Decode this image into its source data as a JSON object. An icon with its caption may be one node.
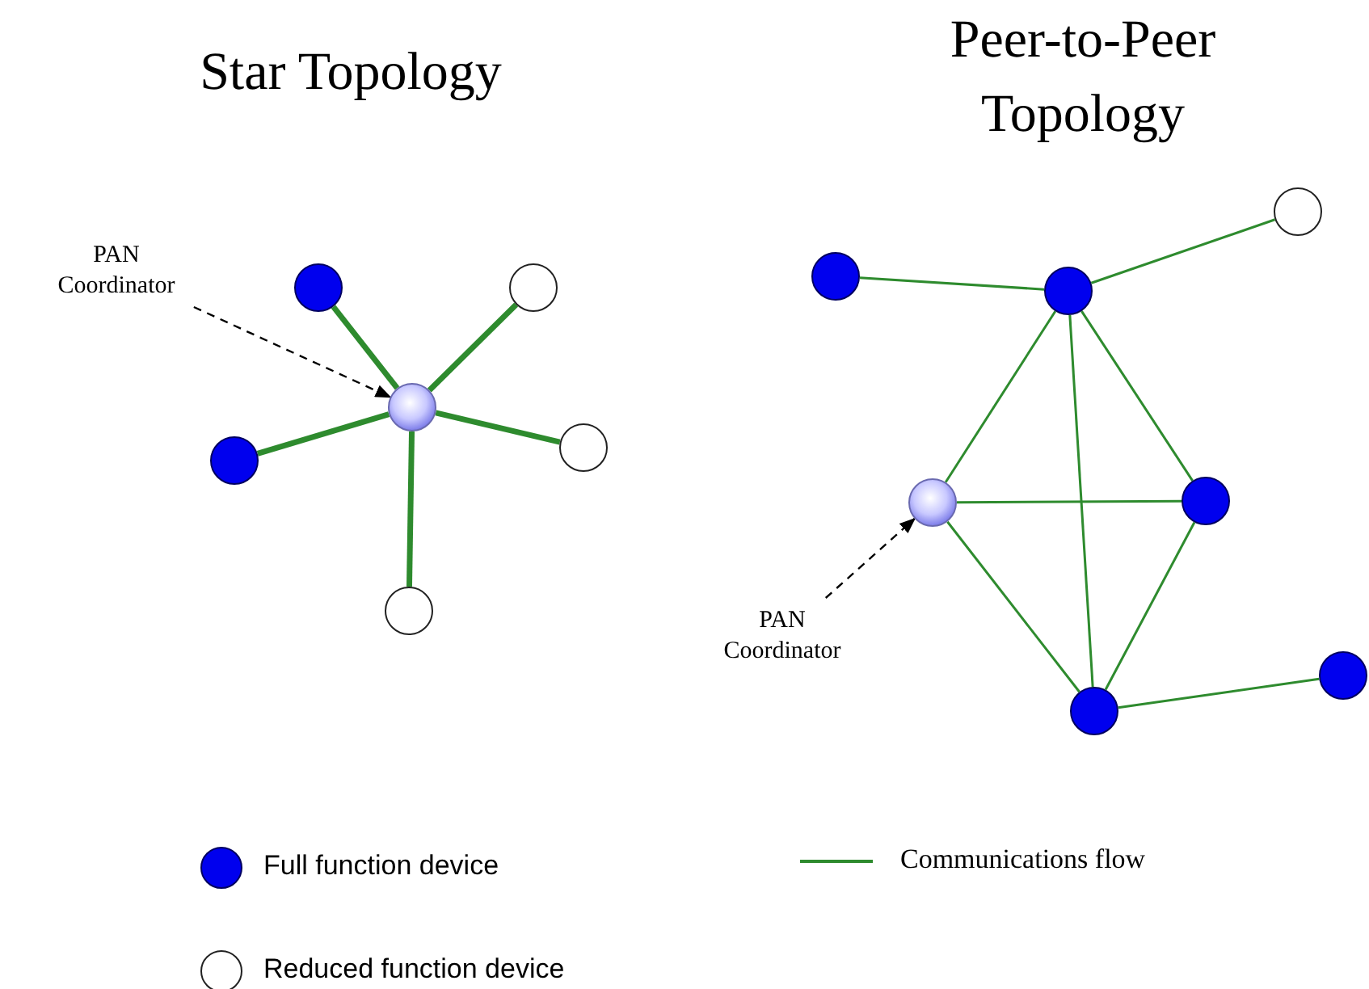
{
  "diagram": {
    "nodes": [
      {
        "text": [
          "PAN Coordinator"
        ]
      },
      {
        "text": [],
        "shape": "circle"
      },
      {
        "text": [],
        "shape": "circle"
      },
      {
        "text": [],
        "shape": "circle"
      },
      {
        "text": [],
        "shape": "circle"
      },
      {
        "text": [],
        "shape": "circle"
      },
      {
        "text": [],
        "shape": "circle"
      },
      {
        "text": [],
        "shape": "circle"
      },
      {
        "text": [],
        "shape": "circle"
      },
      {
        "text": [],
        "shape": "circle"
      },
      {
        "text": [],
        "shape": "circle"
      },
      {
        "text": [],
        "shape": "circle"
      },
      {
        "text": [
          "PAN Coordinator"
        ]
      },
      {
        "text": [],
        "shape": "circle"
      },
      {
        "text": [],
        "shape": "circle"
      }
    ],
    "edges": [
      {
        "from": 0,
        "to": 1,
        "arrow": "to",
        "style": "dashed",
        "color": "#000000"
      },
      {
        "from": 1,
        "to": 2,
        "arrow": "none",
        "style": "thick"
      },
      {
        "from": 1,
        "to": 3,
        "arrow": "none",
        "style": "thick"
      },
      {
        "from": 1,
        "to": 4,
        "arrow": "none",
        "style": "thick"
      },
      {
        "from": 1,
        "to": 5,
        "arrow": "none",
        "style": "thick"
      },
      {
        "from": 1,
        "to": 6,
        "arrow": "none",
        "style": "thick"
      },
      {
        "from": 7,
        "to": 8,
        "arrow": "none"
      },
      {
        "from": 8,
        "to": 9,
        "arrow": "none"
      },
      {
        "from": 8,
        "to": 10,
        "arrow": "none"
      },
      {
        "from": 8,
        "to": 11,
        "arrow": "none"
      },
      {
        "from": 8,
        "to": 13,
        "arrow": "none"
      },
      {
        "from": 10,
        "to": 11,
        "arrow": "none"
      },
      {
        "from": 10,
        "to": 13,
        "arrow": "none"
      },
      {
        "from": 11,
        "to": 13,
        "arrow": "none"
      },
      {
        "from": 13,
        "to": 14,
        "arrow": "none"
      },
      {
        "from": 12,
        "to": 10,
        "arrow": "to",
        "style": "dashed",
        "color": "#000000"
      }
    ],
    "labels": [
      "Star Topology",
      "Peer-to-Peer Topology"
    ],
    "legend": [
      {
        "text": "Full function device",
        "color": "#0000ee"
      },
      {
        "text": "Communications flow"
      },
      {
        "text": "Reduced function device",
        "color": "#ffffff"
      }
    ]
  }
}
